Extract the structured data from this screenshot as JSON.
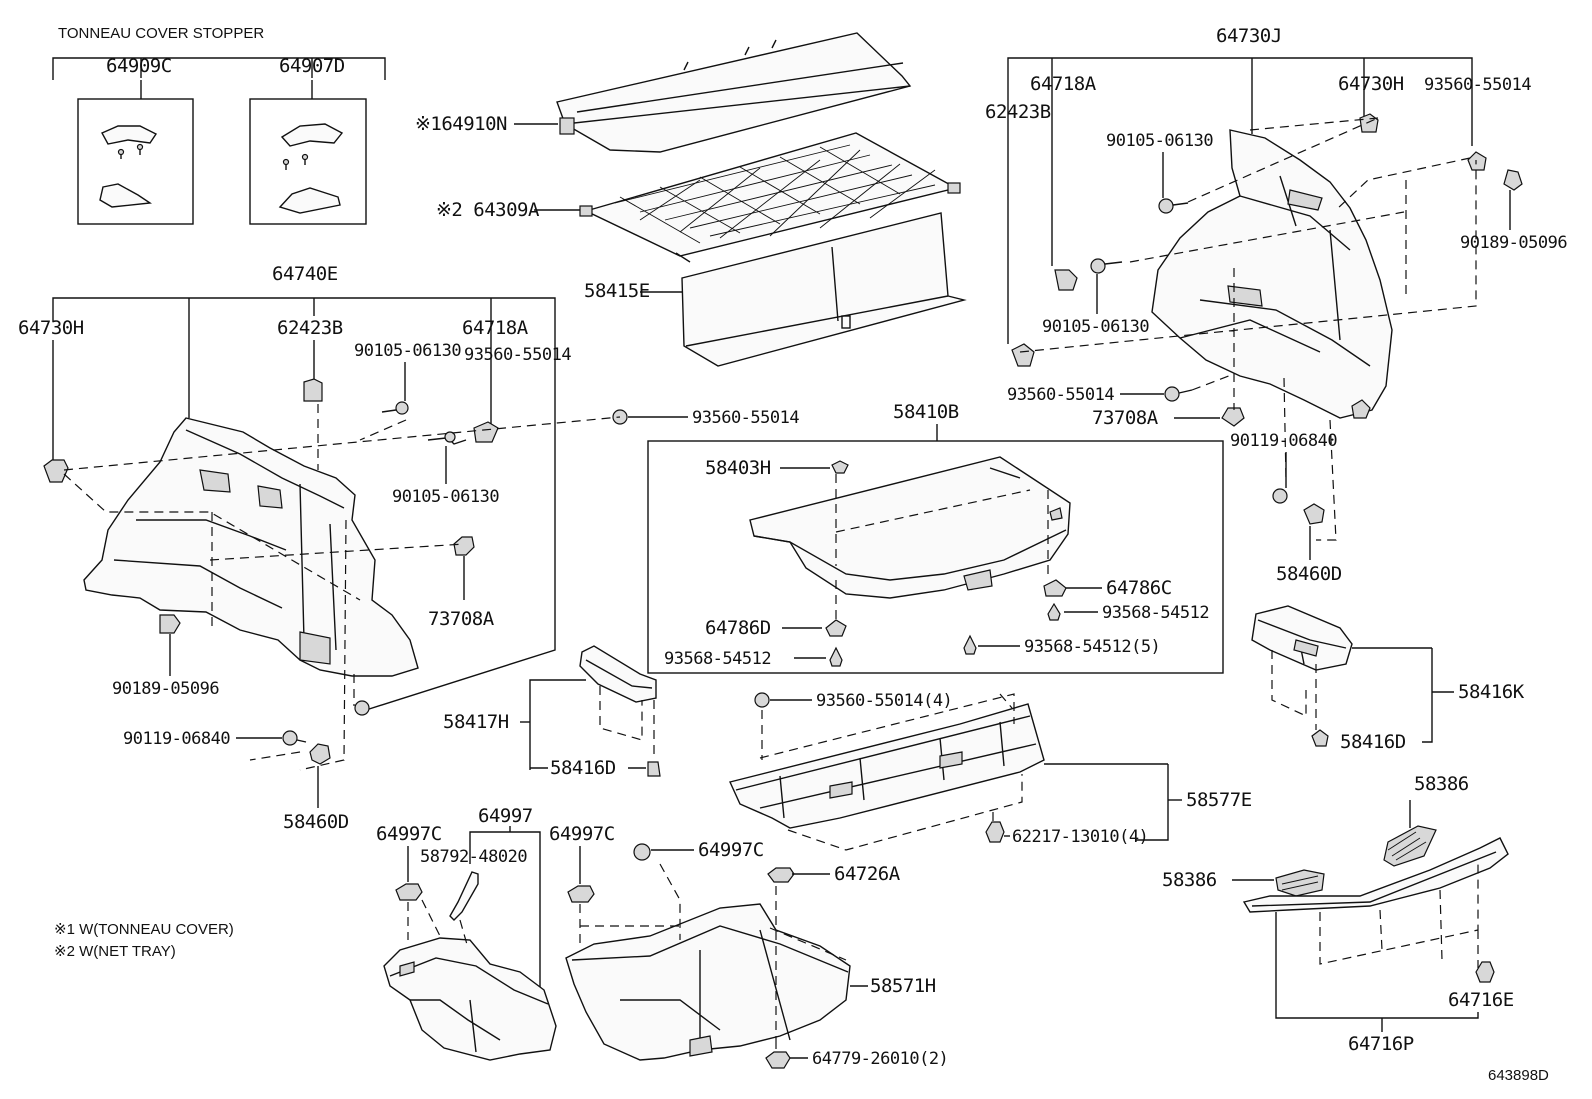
{
  "stopper": {
    "title": "TONNEAU COVER STOPPER",
    "left": "64909C",
    "right": "64907D"
  },
  "top": {
    "cover": "※164910N",
    "net": "※2 64309A",
    "board": "58415E"
  },
  "left": {
    "group": "64740E",
    "clip_h": "64730H",
    "b623": "62423B",
    "bolt_a": "90105-06130",
    "a647": "64718A",
    "screw_a": "93560-55014",
    "screw_b": "93560-55014",
    "bolt_b": "90105-06130",
    "clip_737": "73708A",
    "clip_901": "90189-05096",
    "bolt_c": "90119-06840",
    "nut_584": "58460D"
  },
  "right": {
    "group": "64730J",
    "a647": "64718A",
    "b623": "62423B",
    "clip_h": "64730H",
    "screw_a": "93560-55014",
    "bolt_a": "90105-06130",
    "clip_901": "90189-05096",
    "bolt_b": "90105-06130",
    "screw_b": "93560-55014",
    "clip_737": "73708A",
    "bolt_c": "90119-06840",
    "nut_584": "58460D"
  },
  "center": {
    "deck": "58410B",
    "h584": "58403H",
    "c647_top": "64786C",
    "s935_a": "93568-54512",
    "d647": "64786D",
    "s935_b": "93568-54512",
    "s935_c": "93568-54512(5)"
  },
  "box": {
    "k584": "58416K",
    "d584": "58416D"
  },
  "tray": {
    "h584": "58417H",
    "d584": "58416D"
  },
  "panel": {
    "screw": "93560-55014(4)",
    "e585": "58577E",
    "clip": "62217-13010(4)"
  },
  "bottom": {
    "c649_l": "64997C",
    "g649": "64997",
    "r587": "58792-48020",
    "c649_r": "64997C",
    "c649_top": "64997C",
    "a647": "64726A",
    "h585": "58571H",
    "clip": "64779-26010(2)"
  },
  "plate": {
    "g583_top": "58386",
    "g583_left": "58386",
    "e647": "64716E",
    "p647": "64716P"
  },
  "notes": {
    "n1": "※1 W(TONNEAU COVER)",
    "n2": "※2 W(NET TRAY)"
  },
  "diagram_code": "643898D"
}
